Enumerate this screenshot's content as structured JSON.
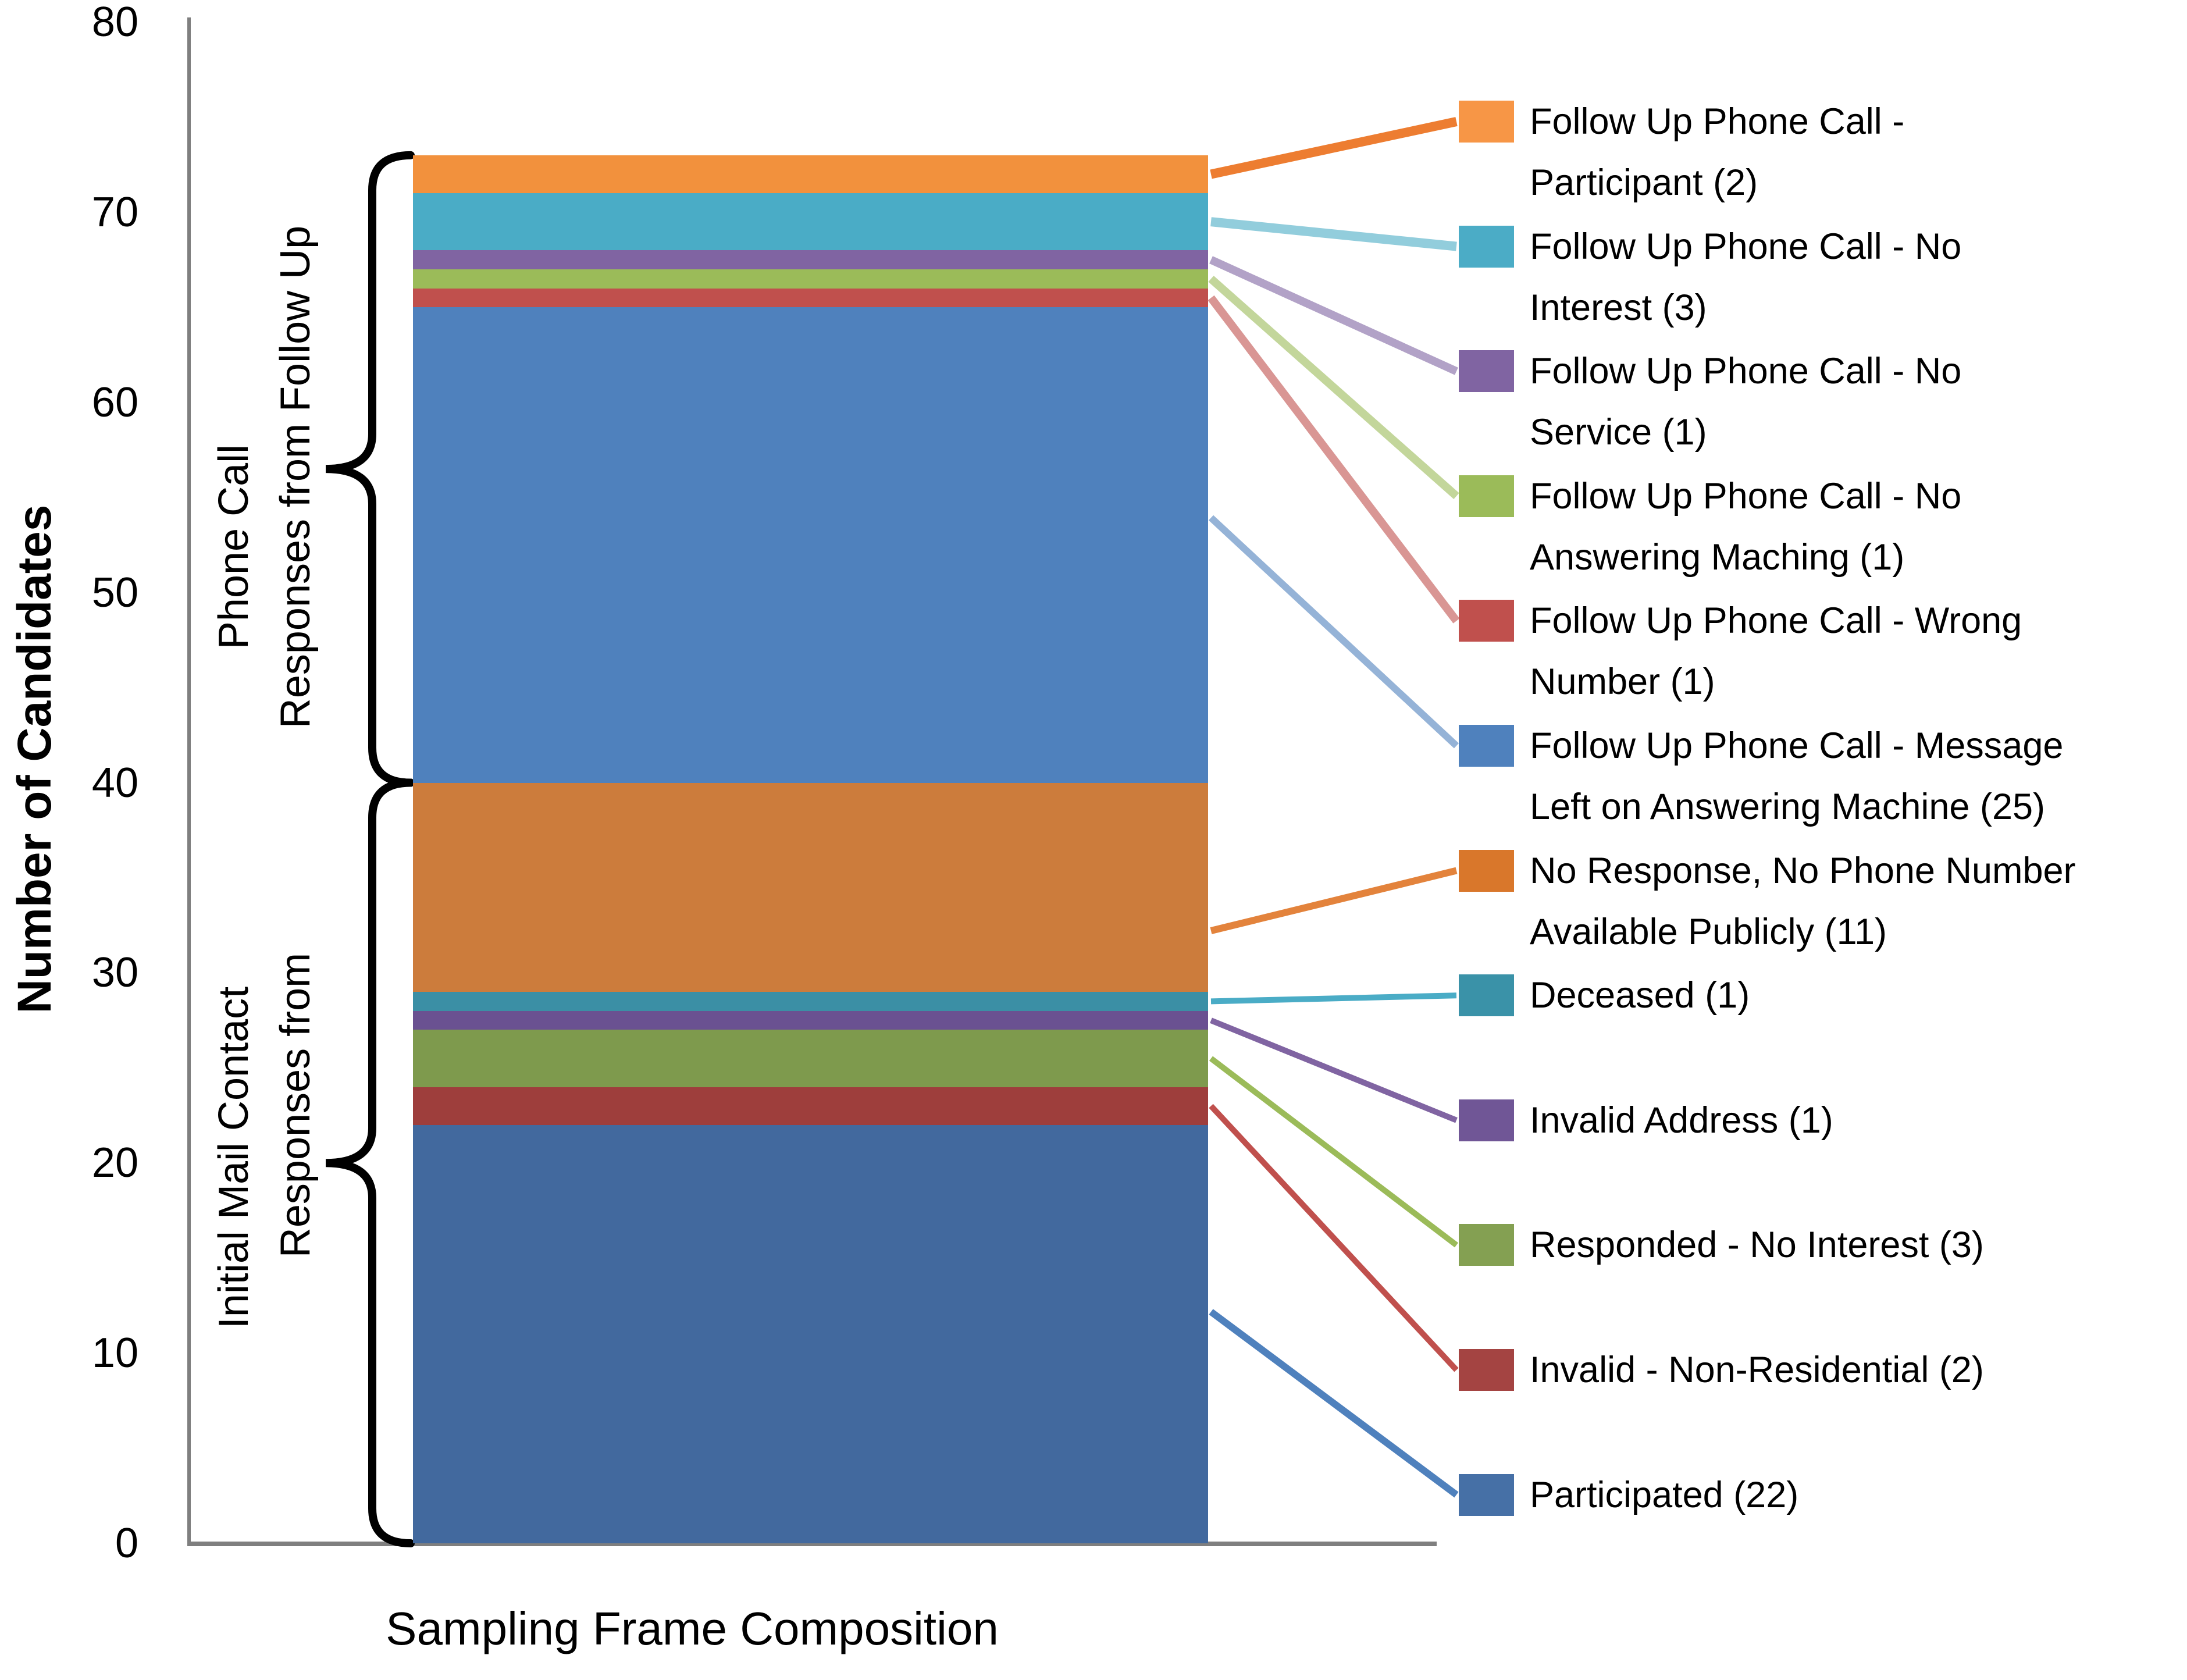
{
  "chart_data": {
    "type": "bar",
    "subtype": "stacked-column-single-category",
    "title": "",
    "xlabel": "Sampling Frame Composition",
    "ylabel": "Number of Candidates",
    "ylim": [
      0,
      80
    ],
    "yticks": [
      0,
      10,
      20,
      30,
      40,
      50,
      60,
      70,
      80
    ],
    "total_candidates": 73,
    "grid": "off",
    "legend_position": "right",
    "segments_bottom_to_top": [
      {
        "label": "Participated",
        "count": 22,
        "fill": "#42699E"
      },
      {
        "label": "Invalid - Non-Residential",
        "count": 2,
        "fill": "#9E3E3C"
      },
      {
        "label": "Responded - No Interest",
        "count": 3,
        "fill": "#7E9A4D"
      },
      {
        "label": "Invalid Address",
        "count": 1,
        "fill": "#6A5191"
      },
      {
        "label": "Deceased",
        "count": 1,
        "fill": "#3B8FA5"
      },
      {
        "label": "No Response, No Phone Number Available Publicly",
        "count": 11,
        "fill": "#CC7C3C"
      },
      {
        "label": "Follow Up Phone Call - Message Left on Answering Machine",
        "count": 25,
        "fill": "#4F81BD"
      },
      {
        "label": "Follow Up Phone Call - Wrong Number",
        "count": 1,
        "fill": "#C0504D"
      },
      {
        "label": "Follow Up Phone Call - No Answering Maching",
        "count": 1,
        "fill": "#9BBB59"
      },
      {
        "label": "Follow Up Phone Call - No Service",
        "count": 1,
        "fill": "#8064A2"
      },
      {
        "label": "Follow Up Phone Call - No Interest",
        "count": 3,
        "fill": "#4AACC6"
      },
      {
        "label": "Follow Up Phone Call - Participant",
        "count": 2,
        "fill": "#F2913D"
      }
    ],
    "groups": [
      {
        "lines": [
          "Responses from Follow Up",
          "Phone Call"
        ],
        "from": 40,
        "to": 73
      },
      {
        "lines": [
          "Responses from",
          "Initial Mail Contact"
        ],
        "from": 0,
        "to": 40
      }
    ]
  },
  "legend": {
    "items": [
      {
        "lines": [
          "Follow Up Phone Call -",
          "Participant (2)"
        ],
        "swatch": "#F79646",
        "leader": "#ED7D31"
      },
      {
        "lines": [
          "Follow Up Phone Call - No",
          "Interest (3)"
        ],
        "swatch": "#4BACC6",
        "leader": "#92CDDC"
      },
      {
        "lines": [
          "Follow Up Phone Call - No",
          "Service (1)"
        ],
        "swatch": "#8064A2",
        "leader": "#B2A2C7"
      },
      {
        "lines": [
          "Follow Up Phone Call - No",
          "Answering Maching (1)"
        ],
        "swatch": "#9BBB59",
        "leader": "#C3D69B"
      },
      {
        "lines": [
          "Follow Up Phone Call - Wrong",
          "Number (1)"
        ],
        "swatch": "#C0504D",
        "leader": "#D99694"
      },
      {
        "lines": [
          "Follow Up Phone Call - Message",
          "Left on Answering Machine (25)"
        ],
        "swatch": "#4F81BD",
        "leader": "#95B3D7"
      },
      {
        "lines": [
          "No Response,  No Phone Number",
          "Available Publicly (11)"
        ],
        "swatch": "#D9772B",
        "leader": "#E3833C"
      },
      {
        "lines": [
          "Deceased  (1)"
        ],
        "swatch": "#3A92A8",
        "leader": "#4AACC6"
      },
      {
        "lines": [
          "Invalid Address  (1)"
        ],
        "swatch": "#705696",
        "leader": "#8064A2"
      },
      {
        "lines": [
          "Responded  - No Interest  (3)"
        ],
        "swatch": "#84A052",
        "leader": "#9BBB59"
      },
      {
        "lines": [
          "Invalid - Non-Residential  (2)"
        ],
        "swatch": "#A44442",
        "leader": "#C0504D"
      },
      {
        "lines": [
          "Participated  (22)"
        ],
        "swatch": "#4670A6",
        "leader": "#4F81BD"
      }
    ]
  },
  "colors": {
    "axis_line": "#7F7F7F",
    "brace": "#000000",
    "text": "#000000",
    "background": "#FFFFFF"
  }
}
